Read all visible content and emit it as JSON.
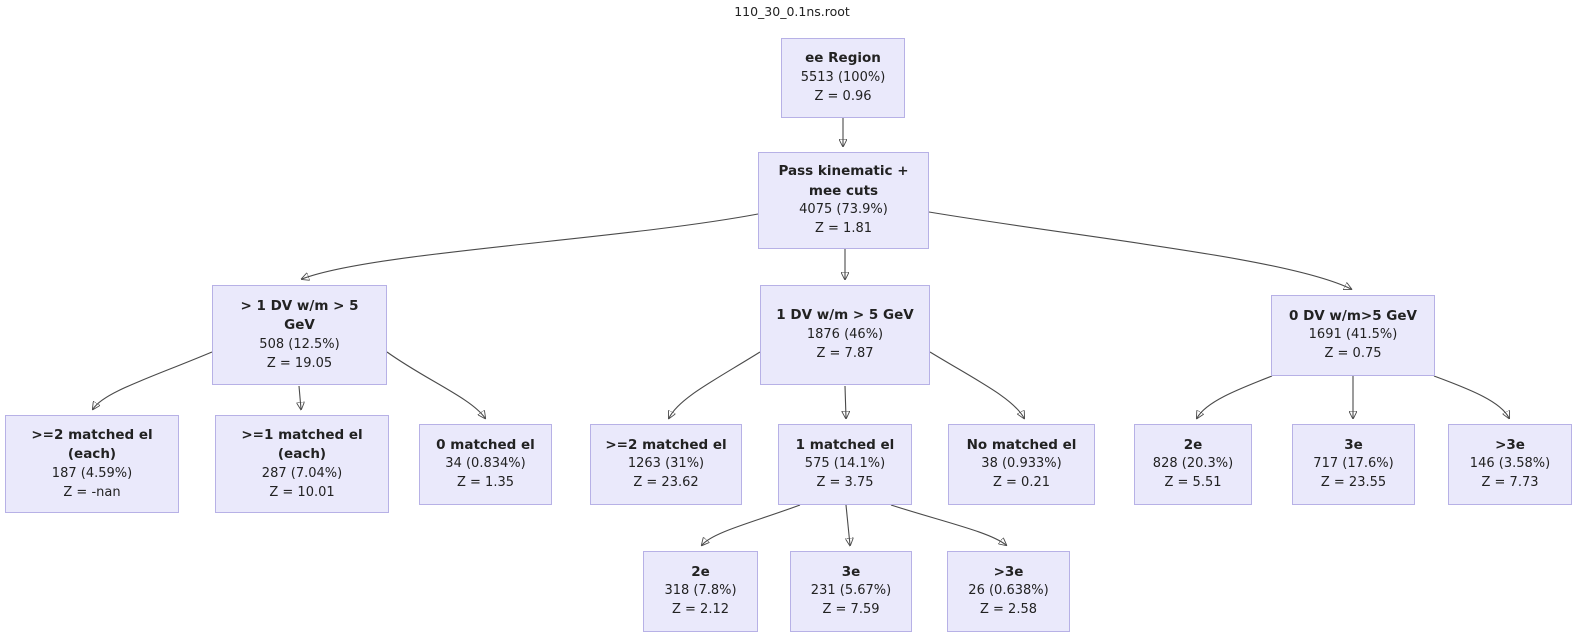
{
  "title": "110_30_0.1ns.root",
  "colors": {
    "node_fill": "#EAE9FB",
    "node_border": "#B7B1E6",
    "edge_color": "#4A4A4A",
    "text_color": "#222222"
  },
  "nodes": [
    {
      "id": "ee-region",
      "label": "ee Region",
      "count": "5513 (100%)",
      "z": "Z = 0.96"
    },
    {
      "id": "pass-kinematic",
      "label": "Pass kinematic + mee cuts",
      "count": "4075 (73.9%)",
      "z": "Z = 1.81"
    },
    {
      "id": "gt1-dv",
      "label": "> 1 DV w/m > 5 GeV",
      "count": "508 (12.5%)",
      "z": "Z = 19.05"
    },
    {
      "id": "one-dv",
      "label": "1 DV w/m > 5 GeV",
      "count": "1876 (46%)",
      "z": "Z = 7.87"
    },
    {
      "id": "zero-dv",
      "label": "0 DV w/m>5 GeV",
      "count": "1691 (41.5%)",
      "z": "Z = 0.75"
    },
    {
      "id": "ge2-matched-el-each",
      "label": ">=2 matched el (each)",
      "count": "187 (4.59%)",
      "z": "Z = -nan"
    },
    {
      "id": "ge1-matched-el-each",
      "label": ">=1 matched el (each)",
      "count": "287 (7.04%)",
      "z": "Z = 10.01"
    },
    {
      "id": "zero-matched-el",
      "label": "0 matched el",
      "count": "34 (0.834%)",
      "z": "Z = 1.35"
    },
    {
      "id": "ge2-matched-el",
      "label": ">=2 matched el",
      "count": "1263 (31%)",
      "z": "Z = 23.62"
    },
    {
      "id": "one-matched-el",
      "label": "1 matched el",
      "count": "575 (14.1%)",
      "z": "Z = 3.75"
    },
    {
      "id": "no-matched-el",
      "label": "No matched el",
      "count": "38 (0.933%)",
      "z": "Z = 0.21"
    },
    {
      "id": "zerodv-2e",
      "label": "2e",
      "count": "828 (20.3%)",
      "z": "Z = 5.51"
    },
    {
      "id": "zerodv-3e",
      "label": "3e",
      "count": "717 (17.6%)",
      "z": "Z = 23.55"
    },
    {
      "id": "zerodv-gt3e",
      "label": ">3e",
      "count": "146 (3.58%)",
      "z": "Z = 7.73"
    },
    {
      "id": "onematched-2e",
      "label": "2e",
      "count": "318 (7.8%)",
      "z": "Z = 2.12"
    },
    {
      "id": "onematched-3e",
      "label": "3e",
      "count": "231 (5.67%)",
      "z": "Z = 7.59"
    },
    {
      "id": "onematched-gt3e",
      "label": ">3e",
      "count": "26 (0.638%)",
      "z": "Z = 2.58"
    }
  ]
}
